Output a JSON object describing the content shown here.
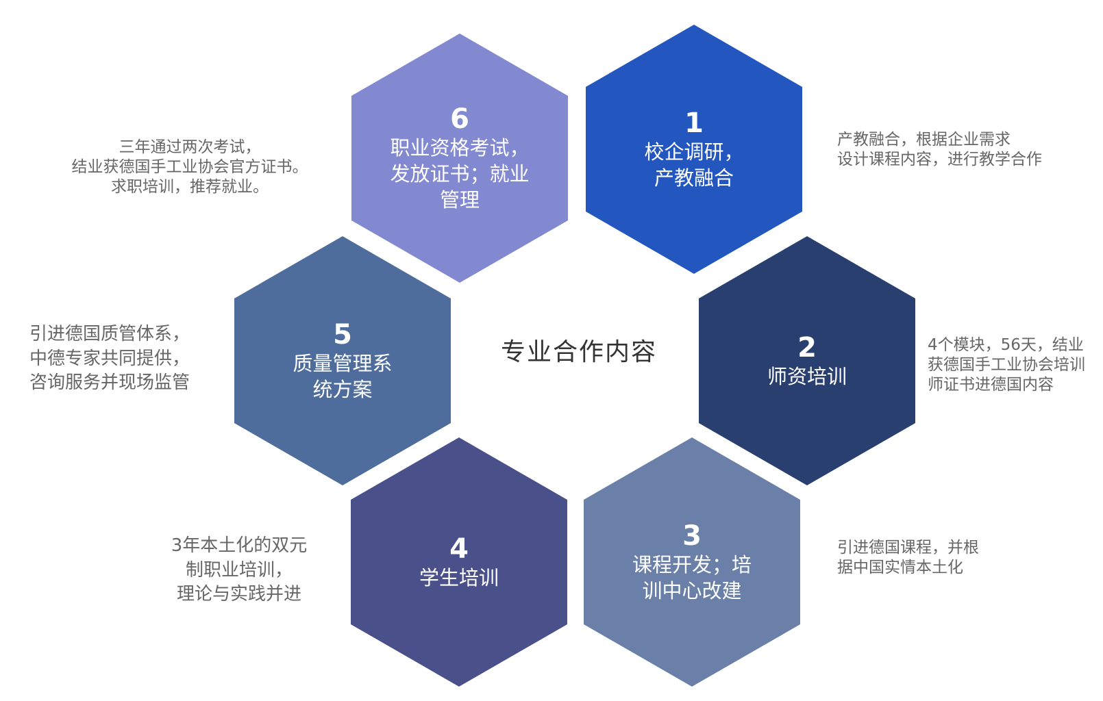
{
  "title": "专业合作内容",
  "items": [
    {
      "num": "1",
      "label": "校企调研，\n产教融合",
      "desc": "产教融合，根据企业需求\n设计课程内容，进行教学合作",
      "color": "#2357bf"
    },
    {
      "num": "2",
      "label": "师资培训",
      "desc": "4个模块，56天，结业\n获德国手工业协会培训\n师证书进德国内容",
      "color": "#293f6f"
    },
    {
      "num": "3",
      "label": "课程开发；培\n训中心改建",
      "desc": "引进德国课程，并根\n据中国实情本土化",
      "color": "#6a80a8"
    },
    {
      "num": "4",
      "label": "学生培训",
      "desc": "3年本土化的双元\n制职业培训，\n理论与实践并进",
      "color": "#4a5089"
    },
    {
      "num": "5",
      "label": "质量管理系\n统方案",
      "desc": "引进德国质管体系，\n中德专家共同提供，\n咨询服务并现场监管",
      "color": "#4e6c9c"
    },
    {
      "num": "6",
      "label": "职业资格考试，\n发放证书；就业\n管理",
      "desc": "三年通过两次考试，\n结业获德国手工业协会官方证书。\n求职培训，推荐就业。",
      "color": "#8289d0"
    }
  ]
}
